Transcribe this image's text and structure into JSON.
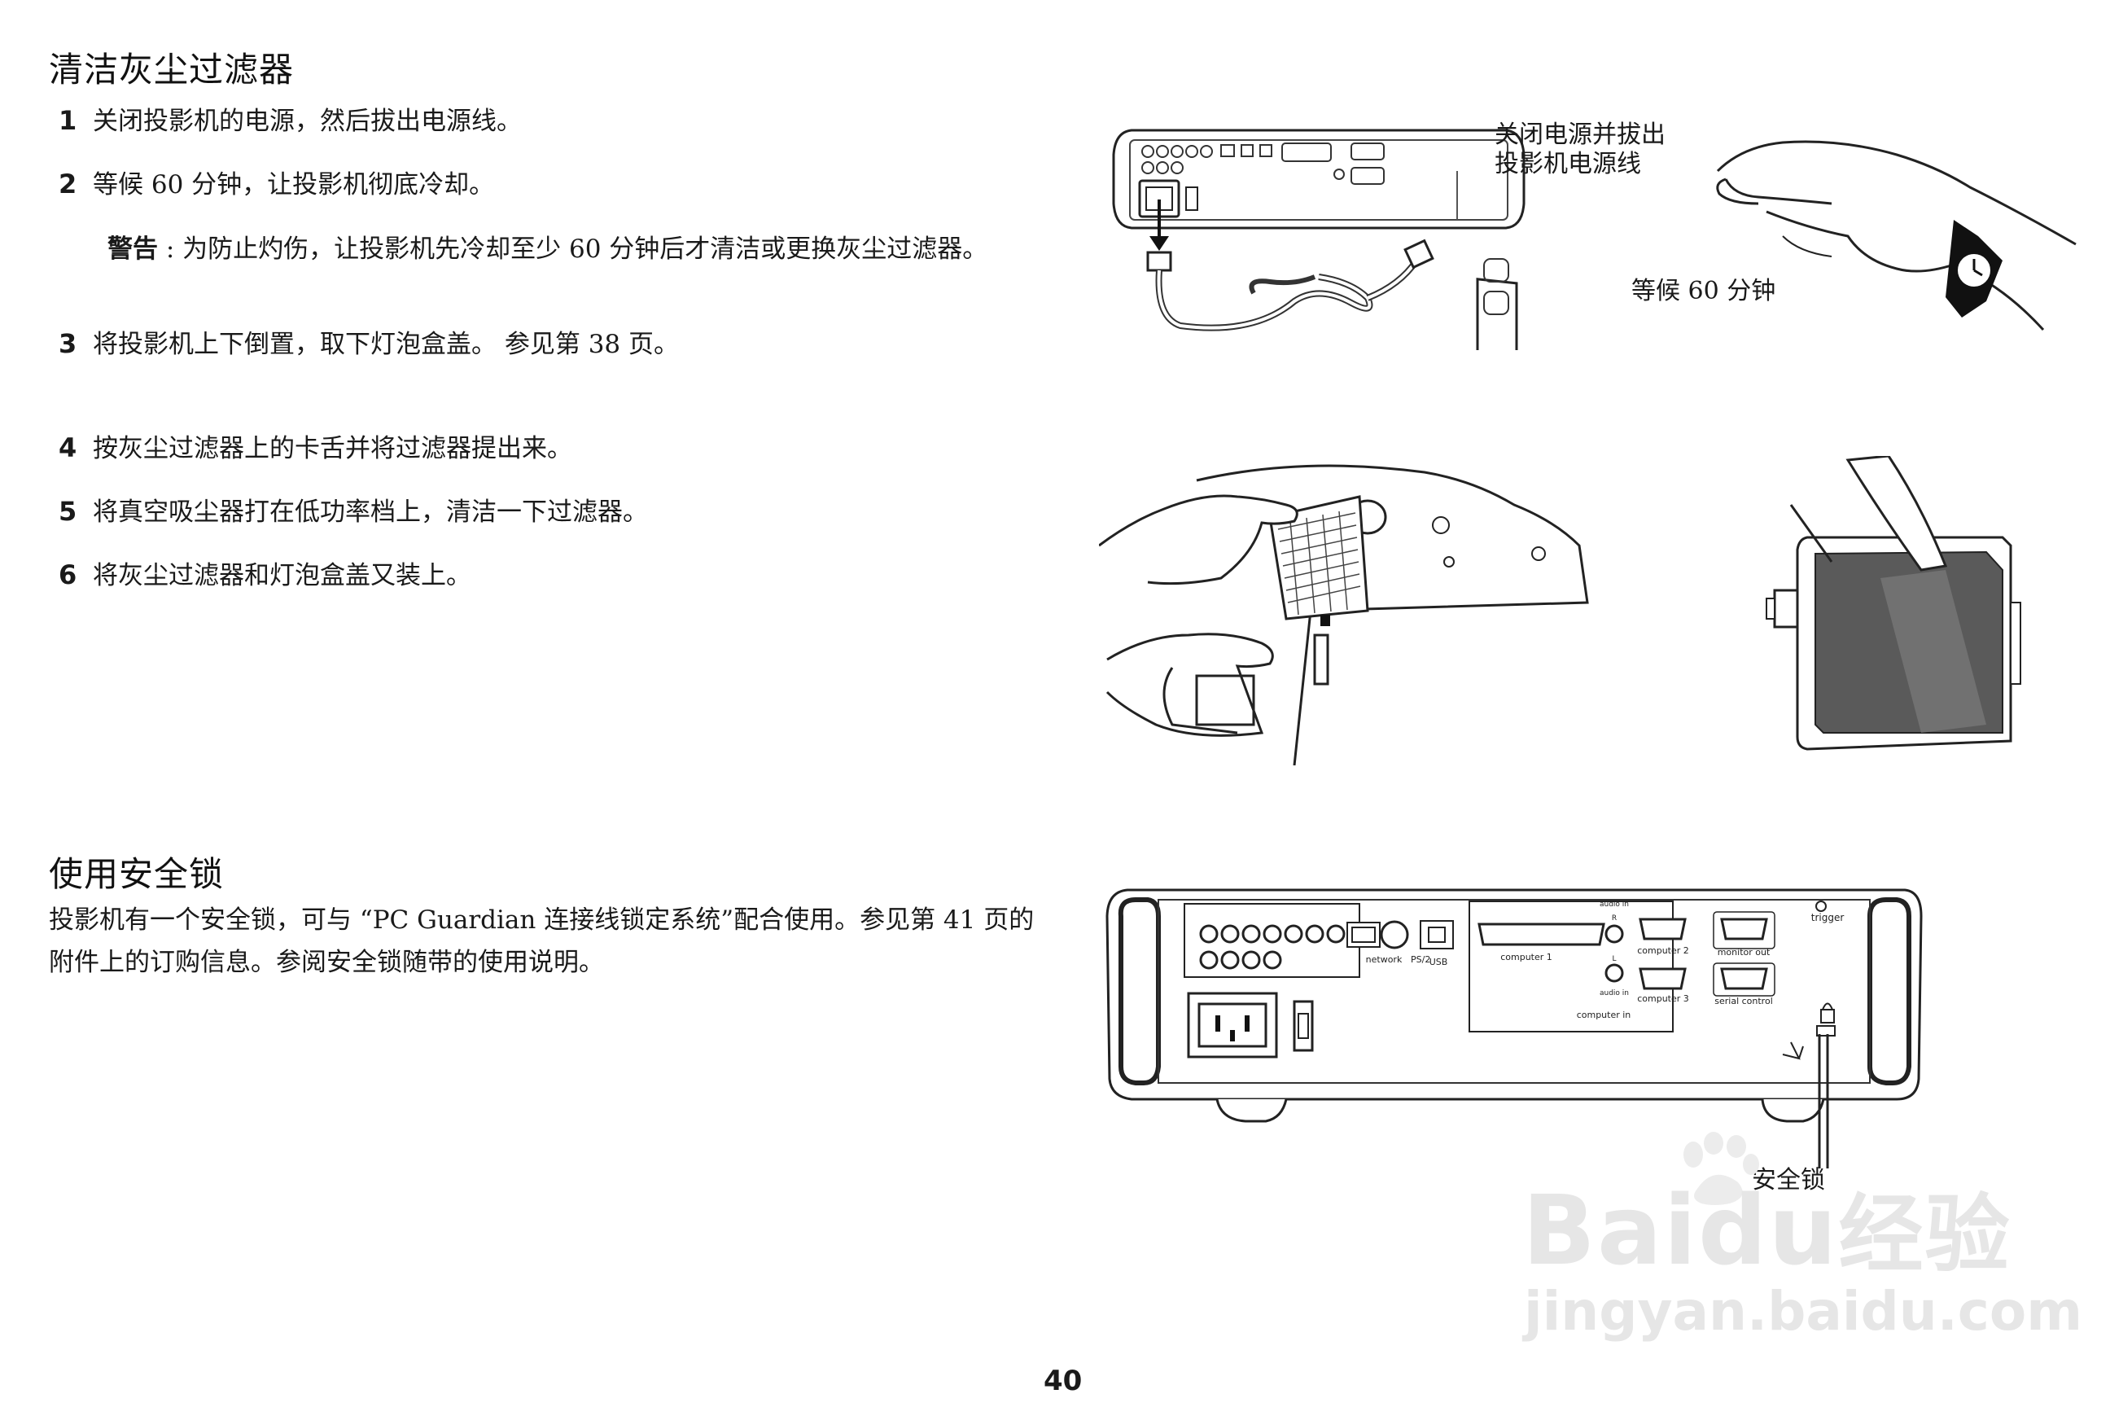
{
  "section1": {
    "title": "清洁灰尘过滤器",
    "steps": [
      {
        "num": "1",
        "text": "关闭投影机的电源，然后拔出电源线。"
      },
      {
        "num": "2",
        "text": "等候  60 分钟，让投影机彻底冷却。"
      },
      {
        "num": "3",
        "text": "将投影机上下倒置，取下灯泡盒盖。 参见第 38 页。"
      },
      {
        "num": "4",
        "text": "按灰尘过滤器上的卡舌并将过滤器提出来。"
      },
      {
        "num": "5",
        "text": "将真空吸尘器打在低功率档上，清洁一下过滤器。"
      },
      {
        "num": "6",
        "text": "将灰尘过滤器和灯泡盒盖又装上。"
      }
    ],
    "warning_label": "警告",
    "warning_text": " : 为防止灼伤，让投影机先冷却至少 60 分钟后才清洁或更换灰尘过滤器。"
  },
  "figures": {
    "power_caption_line1": "关闭电源并拔出",
    "power_caption_line2": "投影机电源线",
    "wait_caption": "等候 60 分钟",
    "lock_caption": "安全锁"
  },
  "section2": {
    "title": "使用安全锁",
    "body": "投影机有一个安全锁，可与 “PC Guardian 连接线锁定系统”配合使用。参见第 41 页的附件上的订购信息。参阅安全锁随带的使用说明。"
  },
  "ports": {
    "network": "network",
    "ps2": "PS/2",
    "usb": "USB",
    "computer1": "computer 1",
    "computer2": "computer 2",
    "computer3": "computer 3",
    "audio_in_top": "audio in",
    "audio_r": "R",
    "audio_l": "L",
    "audio_in_bottom": "audio in",
    "computer_in": "computer in",
    "monitor_out": "monitor out",
    "serial_control": "serial control",
    "trigger": "trigger"
  },
  "watermark": {
    "brand": "Bai",
    "brand_paw": "du",
    "cn": "经验",
    "url": "jingyan.baidu.com"
  },
  "page_number": "40"
}
